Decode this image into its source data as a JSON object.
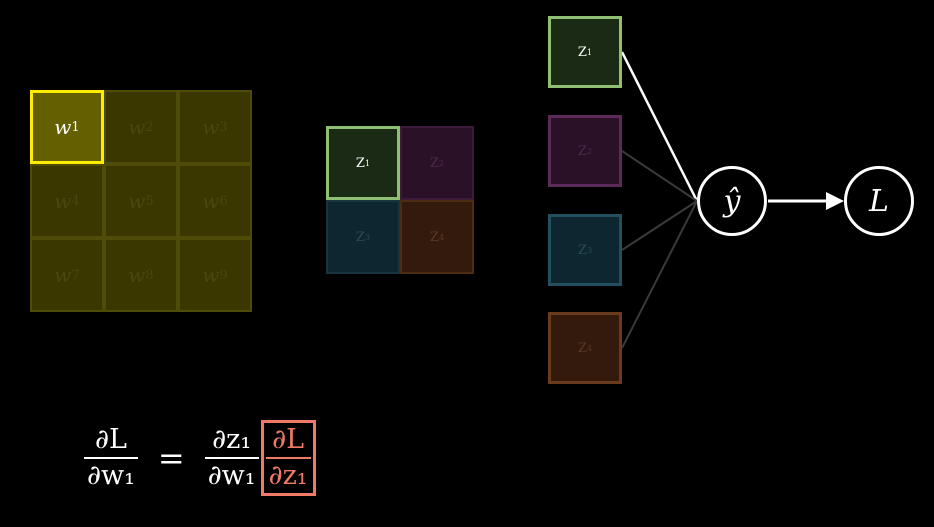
{
  "weights": {
    "cells": [
      {
        "base": "w",
        "sub": "1",
        "active": true
      },
      {
        "base": "w",
        "sub": "2",
        "active": false
      },
      {
        "base": "w",
        "sub": "3",
        "active": false
      },
      {
        "base": "w",
        "sub": "4",
        "active": false
      },
      {
        "base": "w",
        "sub": "5",
        "active": false
      },
      {
        "base": "w",
        "sub": "6",
        "active": false
      },
      {
        "base": "w",
        "sub": "7",
        "active": false
      },
      {
        "base": "w",
        "sub": "8",
        "active": false
      },
      {
        "base": "w",
        "sub": "9",
        "active": false
      }
    ]
  },
  "feature_map": {
    "cells": [
      {
        "base": "Z",
        "sub": "1",
        "fill": "#1a2a14",
        "border": "#8fbf73",
        "text": "#ffffff"
      },
      {
        "base": "Z",
        "sub": "2",
        "fill": "#2a1128",
        "border": "#3d1a3a",
        "text": "#4c2a4a"
      },
      {
        "base": "Z",
        "sub": "3",
        "fill": "#0e262f",
        "border": "#17343f",
        "text": "#2b4a55"
      },
      {
        "base": "Z",
        "sub": "4",
        "fill": "#331a0c",
        "border": "#4d2c14",
        "text": "#5a3a26"
      }
    ]
  },
  "nodes": [
    {
      "base": "Z",
      "sub": "1",
      "fill": "#1a2a14",
      "border": "#8fbf73",
      "text": "#ffffff",
      "link_color": "#ffffff"
    },
    {
      "base": "Z",
      "sub": "2",
      "fill": "#2a1128",
      "border": "#5c2a58",
      "text": "#4c2a4a",
      "link_color": "#3a3a3a"
    },
    {
      "base": "Z",
      "sub": "3",
      "fill": "#0e262f",
      "border": "#22505e",
      "text": "#2b4a55",
      "link_color": "#3a3a3a"
    },
    {
      "base": "Z",
      "sub": "4",
      "fill": "#331a0c",
      "border": "#6a3a1c",
      "text": "#5a3a26",
      "link_color": "#3a3a3a"
    }
  ],
  "prediction": {
    "label": "ŷ"
  },
  "loss": {
    "label": "L"
  },
  "equation": {
    "lhs_num": "∂L",
    "lhs_den": "∂w₁",
    "equals": "=",
    "rhs1_num": "∂z₁",
    "rhs1_den": "∂w₁",
    "rhs2_num": "∂L",
    "rhs2_den": "∂z₁"
  },
  "colors": {
    "weight_highlight": "#ffec00",
    "gradient_highlight": "#f07a68"
  }
}
